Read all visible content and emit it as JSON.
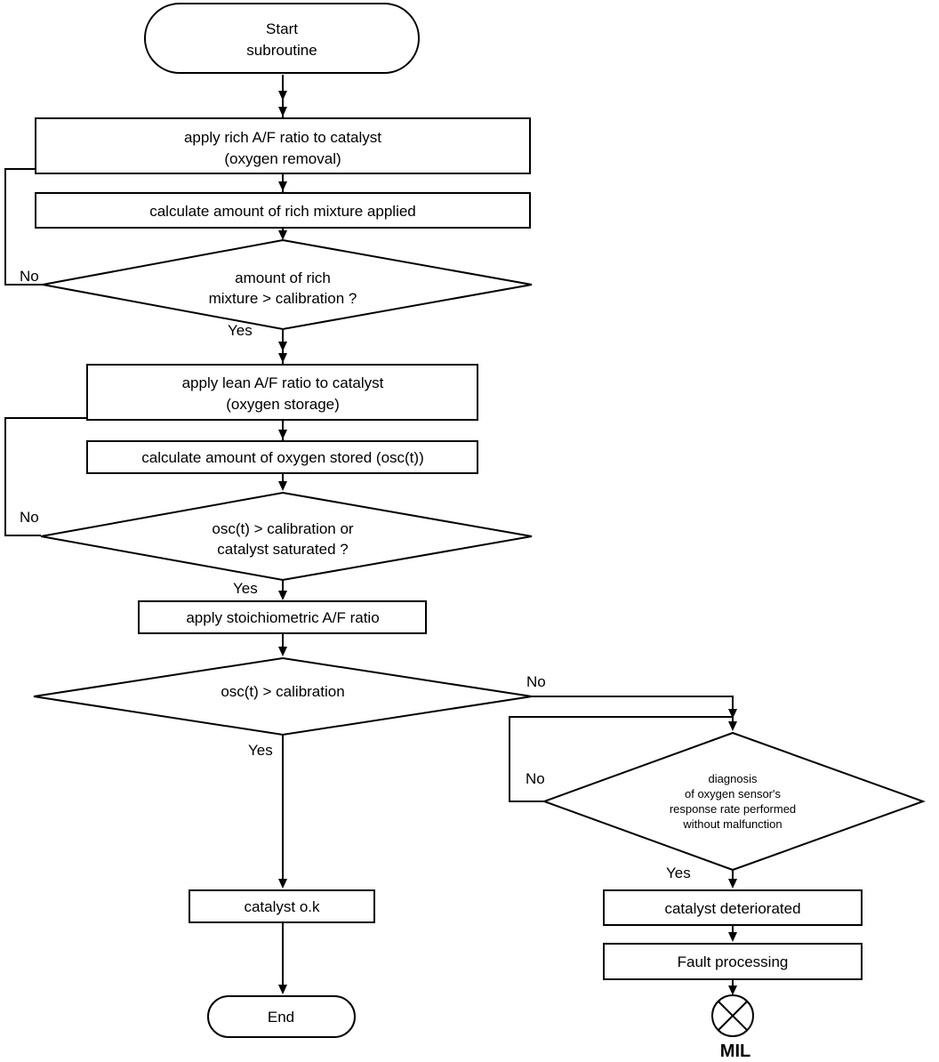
{
  "start": {
    "line1": "Start",
    "line2": "subroutine"
  },
  "rich": {
    "line1": "apply rich A/F ratio to catalyst",
    "line2": "(oxygen removal)"
  },
  "calc_rich": "calculate amount of rich mixture applied",
  "dec_rich": {
    "line1": "amount of rich",
    "line2": "mixture > calibration ?"
  },
  "lean": {
    "line1": "apply lean A/F ratio to catalyst",
    "line2": "(oxygen storage)"
  },
  "calc_osc": "calculate amount of oxygen stored (osc(t))",
  "dec_osc": {
    "line1": "osc(t) > calibration or",
    "line2": "catalyst saturated ?"
  },
  "stoich": "apply stoichiometric A/F ratio",
  "dec_cal": "osc(t) > calibration",
  "diag": {
    "line1": "diagnosis",
    "line2": "of oxygen sensor's",
    "line3": "response rate performed",
    "line4": "without malfunction"
  },
  "cat_ok": "catalyst o.k",
  "end": "End",
  "cat_det": "catalyst deteriorated",
  "fault": "Fault processing",
  "mil": "MIL",
  "labels": {
    "yes": "Yes",
    "no": "No"
  }
}
